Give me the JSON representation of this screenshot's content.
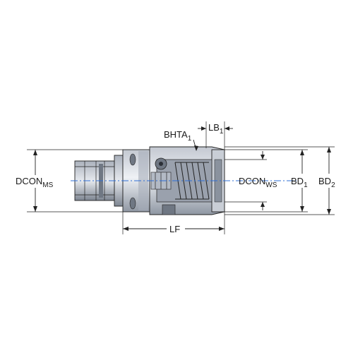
{
  "labels": {
    "dcon_ms": {
      "main": "DCON",
      "sub": "MS"
    },
    "dcon_ws": {
      "main": "DCON",
      "sub": "WS"
    },
    "bhta": {
      "main": "BHTA",
      "sub": "1"
    },
    "lb": {
      "main": "LB",
      "sub": "1"
    },
    "bd1": {
      "main": "BD",
      "sub": "1"
    },
    "bd2": {
      "main": "BD",
      "sub": "2"
    },
    "lf": {
      "main": "LF"
    }
  },
  "colors": {
    "body_light": "#dfe3ea",
    "body_mid": "#b9bfc9",
    "body_dark": "#8a929e",
    "centerline": "#2f6fd6",
    "line": "#222222"
  }
}
